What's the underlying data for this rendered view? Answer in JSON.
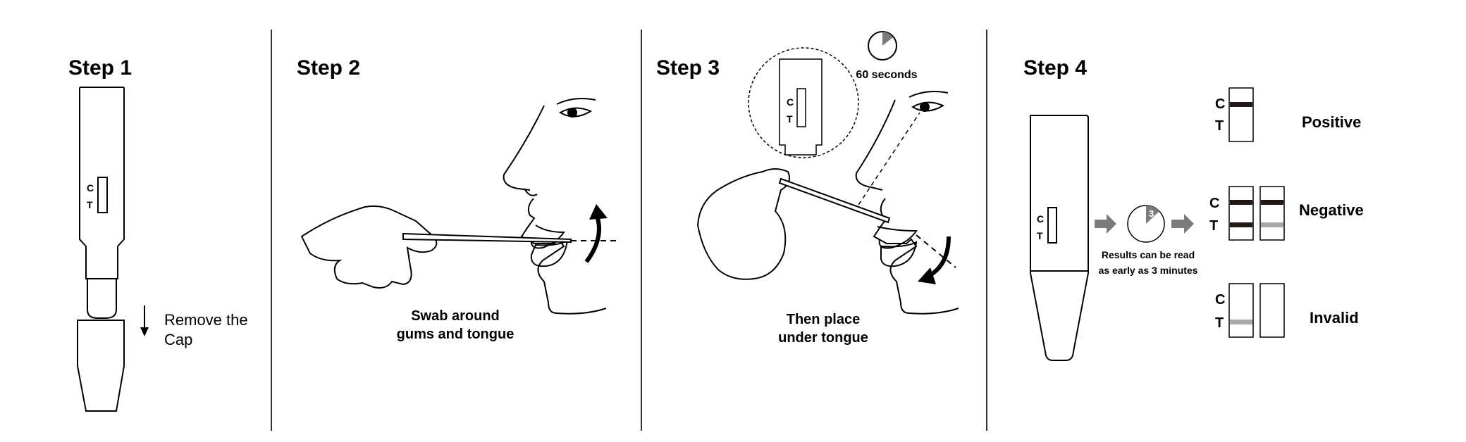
{
  "steps": [
    {
      "title": "Step 1",
      "instruction_lines": [
        "Remove the",
        "Cap"
      ]
    },
    {
      "title": "Step 2",
      "instruction_lines": [
        "Swab around",
        "gums and tongue"
      ]
    },
    {
      "title": "Step 3",
      "instruction_lines": [
        "Then place",
        "under tongue"
      ],
      "timer_label": "60 seconds"
    },
    {
      "title": "Step 4",
      "note_lines": [
        "Results can be read",
        "as early as 3 minutes"
      ],
      "timer_digit": "3"
    }
  ],
  "strip_labels": {
    "c": "C",
    "t": "T"
  },
  "results": [
    {
      "label": "Positive"
    },
    {
      "label": "Negative"
    },
    {
      "label": "Invalid"
    }
  ],
  "colors": {
    "line": "#000000",
    "band_dark": "#231815",
    "band_light": "#a9a9a9",
    "arrow": "#7b7b7b",
    "divider": "#333333"
  }
}
